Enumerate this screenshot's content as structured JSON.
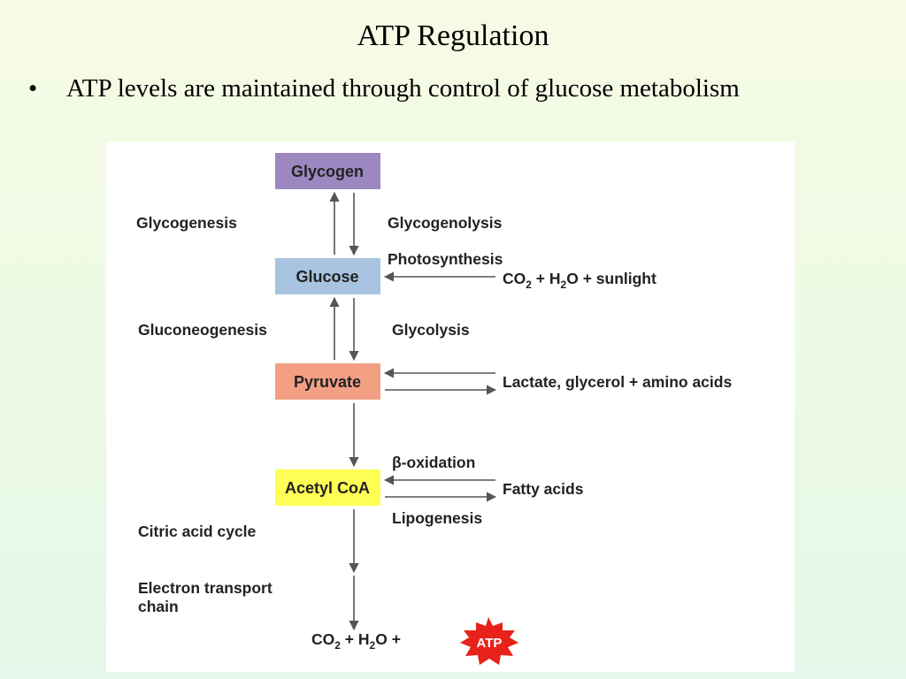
{
  "slide": {
    "title": "ATP Regulation",
    "bullet_marker": "•",
    "bullet": "ATP levels are maintained through control of glucose metabolism"
  },
  "diagram": {
    "nodes": {
      "glycogen": {
        "label": "Glycogen",
        "color": "#9c87c0"
      },
      "glucose": {
        "label": "Glucose",
        "color": "#a8c4e1"
      },
      "pyruvate": {
        "label": "Pyruvate",
        "color": "#f29f84"
      },
      "acetyl_coa": {
        "label": "Acetyl CoA",
        "color": "#ffff55"
      }
    },
    "labels": {
      "glycogenesis": "Glycogenesis",
      "glycogenolysis": "Glycogenolysis",
      "photosynthesis": "Photosynthesis",
      "gluconeogenesis": "Gluconeogenesis",
      "glycolysis": "Glycolysis",
      "lactate": "Lactate, glycerol + amino acids",
      "beta_oxidation": "β-oxidation",
      "fatty_acids": "Fatty acids",
      "lipogenesis": "Lipogenesis",
      "citric_acid_cycle": "Citric acid cycle",
      "etc_line1": "Electron transport",
      "etc_line2": "chain"
    },
    "photosynthesis_input": {
      "co2": "CO",
      "sub2": "2",
      "plus_h": " + H",
      "o_sunlight": "O + sunlight"
    },
    "final_products": {
      "co2": "CO",
      "sub2": "2",
      "plus_h": " + H",
      "o_plus": "O +"
    },
    "atp": {
      "label": "ATP",
      "color": "#e8211b"
    }
  }
}
